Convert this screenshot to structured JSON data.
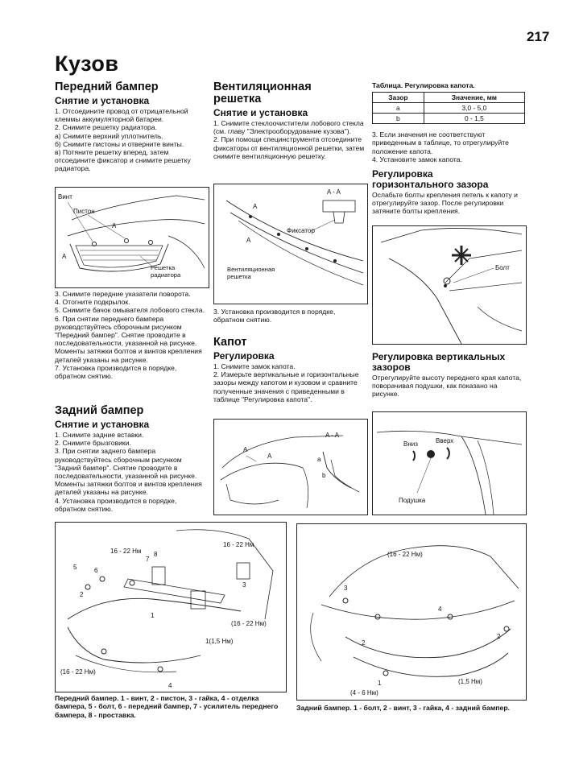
{
  "page": {
    "number": "217",
    "chapter_title": "Кузов"
  },
  "front_bumper": {
    "title": "Передний бампер",
    "subtitle": "Снятие и установка",
    "steps_a": "1. Отсоедините провод от отрицательной клеммы аккумуляторной батареи.\n2. Снимите решетку радиатора.\n   а) Снимите верхний уплотнитель.\n   б) Снимите пистоны и отверните винты.\n   в) Потяните решетку вперед, затем отсоедините фиксатор и снимите решетку радиатора.",
    "fig_labels": {
      "screw": "Винт",
      "piston": "Пистон",
      "grille": "Решетка радиатора",
      "a1": "A",
      "a2": "A"
    },
    "steps_b": "3. Снимите передние указатели поворота.\n4. Отогните подкрылок.\n5. Снимите бачок омывателя лобового стекла.\n6. При снятии переднего бампера руководствуйтесь сборочным рисунком \"Передний бампер\". Снятие проводите в последовательности, указанной на рисунке. Моменты затяжки болтов и винтов крепления деталей указаны на рисунке.\n7. Установка производится в порядке, обратном снятию."
  },
  "rear_bumper": {
    "title": "Задний бампер",
    "subtitle": "Снятие и установка",
    "steps": "1. Снимите задние вставки.\n2. Снимите брызговики.\n3. При снятии заднего бампера руководствуйтесь сборочным рисунком \"Задний бампер\". Снятие проводите в последовательности, указанной на рисунке. Моменты затяжки болтов и винтов крепления деталей указаны на рисунке.\n4. Установка производится в порядке, обратном снятию."
  },
  "vent_grille": {
    "title": "Вентиляционная решетка",
    "subtitle": "Снятие и установка",
    "steps_a": "1. Снимите стеклоочистители лобового стекла (см. главу \"Электрооборудование кузова\").\n2. При помощи специнструмента отсоедините фиксаторы от вентиляционной решетки, затем снимите вентиляционную решетку.",
    "fig_labels": {
      "section": "A - A",
      "clip": "Фиксатор",
      "grille": "Вентиляционная решетка",
      "a1": "A",
      "a2": "A"
    },
    "steps_b": "3. Установка производится в порядке, обратном снятию."
  },
  "hood": {
    "title": "Капот",
    "subtitle": "Регулировка",
    "steps": "1. Снимите замок капота.\n2. Измерьте вертикальные и горизонтальные зазоры между капотом и кузовом и сравните полученные значения с приведенными в таблице \"Регулировка капота\".",
    "fig_labels": {
      "section": "A - A",
      "a": "a",
      "b": "b",
      "a1": "A",
      "a2": "A"
    },
    "steps_after_table": "3. Если значения не соответствуют приведенным в таблице, то отрегулируйте положение капота.\n4. Установите замок капота."
  },
  "hood_table": {
    "caption": "Таблица. Регулировка капота.",
    "headers": [
      "Зазор",
      "Значение, мм"
    ],
    "rows": [
      [
        "a",
        "3,0 - 5,0"
      ],
      [
        "b",
        "0 - 1,5"
      ]
    ]
  },
  "horizontal_gap": {
    "title": "Регулировка горизонтального зазора",
    "text": "Ослабьте болты крепления петель к капоту и отрегулируйте зазор. После регулировки затяните болты крепления.",
    "fig_labels": {
      "bolt": "Болт"
    }
  },
  "vertical_gap": {
    "title": "Регулировка вертикальных зазоров",
    "text": "Отрегулируйте высоту переднего края капота, поворачивая подушки, как показано на рисунке.",
    "fig_labels": {
      "down": "Вниз",
      "up": "Вверх",
      "cushion": "Подушка"
    }
  },
  "front_assembly": {
    "labels": {
      "torque1": "16 - 22 Нм",
      "torque2": "16 - 22 Нм",
      "torque3": "(16 - 22 Нм)",
      "torque4": "(16 - 22 Нм)",
      "torque5": "1(1,5 Нм)",
      "n5": "5",
      "n6": "6",
      "n2": "2",
      "n1": "1",
      "n3": "3",
      "n4": "4",
      "n7": "7",
      "n8": "8"
    },
    "caption": "Передний бампер. 1 - винт, 2 - пистон, 3 - гайка, 4 - отделка бампера, 5 - болт, 6 - передний бампер, 7 - усилитель переднего бампера, 8 - проставка."
  },
  "rear_assembly": {
    "labels": {
      "torque1": "(16 - 22 Нм)",
      "torque2": "(4 - 6 Нм)",
      "torque3": "(1,5 Нм)",
      "n1": "1",
      "n2": "2",
      "n3": "3",
      "n4": "4",
      "n2b": "2"
    },
    "caption": "Задний бампер. 1 - болт, 2 - винт, 3 - гайка, 4 - задний бампер."
  }
}
